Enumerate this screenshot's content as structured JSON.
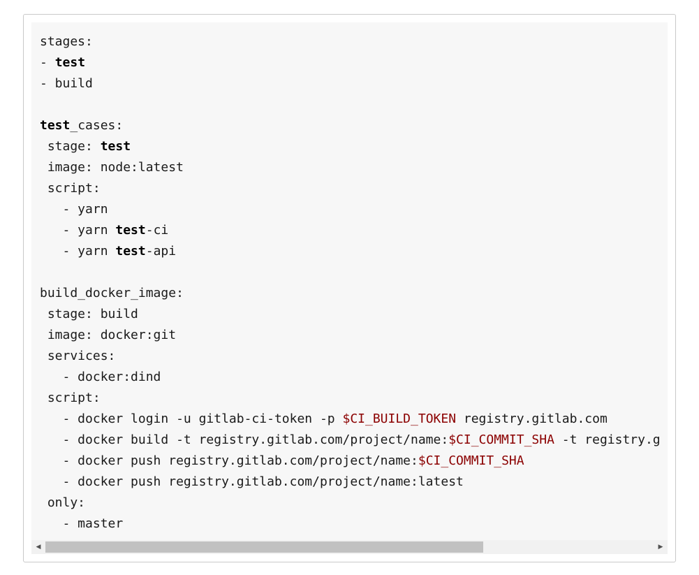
{
  "code_block": {
    "lines": [
      [
        {
          "text": "stages:",
          "style": "plain"
        }
      ],
      [
        {
          "text": "- ",
          "style": "plain"
        },
        {
          "text": "test",
          "style": "kw"
        }
      ],
      [
        {
          "text": "- build",
          "style": "plain"
        }
      ],
      [
        {
          "text": "",
          "style": "plain"
        }
      ],
      [
        {
          "text": "test",
          "style": "kw"
        },
        {
          "text": "_cases:",
          "style": "plain"
        }
      ],
      [
        {
          "text": " stage: ",
          "style": "plain"
        },
        {
          "text": "test",
          "style": "kw"
        }
      ],
      [
        {
          "text": " image: node:latest",
          "style": "plain"
        }
      ],
      [
        {
          "text": " script:",
          "style": "plain"
        }
      ],
      [
        {
          "text": "   - yarn",
          "style": "plain"
        }
      ],
      [
        {
          "text": "   - yarn ",
          "style": "plain"
        },
        {
          "text": "test",
          "style": "kw"
        },
        {
          "text": "-ci",
          "style": "plain"
        }
      ],
      [
        {
          "text": "   - yarn ",
          "style": "plain"
        },
        {
          "text": "test",
          "style": "kw"
        },
        {
          "text": "-api",
          "style": "plain"
        }
      ],
      [
        {
          "text": "",
          "style": "plain"
        }
      ],
      [
        {
          "text": "build_docker_image:",
          "style": "plain"
        }
      ],
      [
        {
          "text": " stage: build",
          "style": "plain"
        }
      ],
      [
        {
          "text": " image: docker:git",
          "style": "plain"
        }
      ],
      [
        {
          "text": " services:",
          "style": "plain"
        }
      ],
      [
        {
          "text": "   - docker:dind",
          "style": "plain"
        }
      ],
      [
        {
          "text": " script:",
          "style": "plain"
        }
      ],
      [
        {
          "text": "   - docker login -u gitlab-ci-token -p ",
          "style": "plain"
        },
        {
          "text": "$CI_BUILD_TOKEN",
          "style": "var"
        },
        {
          "text": " registry.gitlab.com",
          "style": "plain"
        }
      ],
      [
        {
          "text": "   - docker build -t registry.gitlab.com/project/name:",
          "style": "plain"
        },
        {
          "text": "$CI_COMMIT_SHA",
          "style": "var"
        },
        {
          "text": " -t registry.g",
          "style": "plain"
        }
      ],
      [
        {
          "text": "   - docker push registry.gitlab.com/project/name:",
          "style": "plain"
        },
        {
          "text": "$CI_COMMIT_SHA",
          "style": "var"
        }
      ],
      [
        {
          "text": "   - docker push registry.gitlab.com/project/name:latest",
          "style": "plain"
        }
      ],
      [
        {
          "text": " only:",
          "style": "plain"
        }
      ],
      [
        {
          "text": "   - master",
          "style": "plain"
        }
      ]
    ],
    "colors": {
      "background": "#f7f7f7",
      "text": "#1a1a1a",
      "variable": "#8b0000",
      "scrollbar_thumb": "#c1c1c1"
    }
  },
  "scrollbar": {
    "left_arrow_icon": "triangle-left-icon",
    "right_arrow_icon": "triangle-right-icon",
    "left_arrow_glyph": "◀",
    "right_arrow_glyph": "▶",
    "visible_fraction": 0.72,
    "position_fraction": 0.0
  }
}
